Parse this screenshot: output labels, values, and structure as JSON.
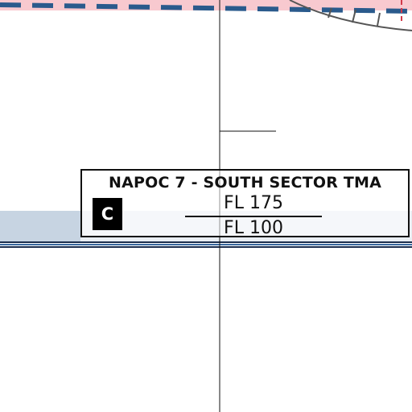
{
  "airspace": {
    "title": "NAPOC 7 - SOUTH SECTOR TMA",
    "class": "C",
    "upper_limit": "FL 175",
    "lower_limit": "FL 100"
  },
  "colors": {
    "restricted_band": "#f8c9cf",
    "dashed_boundary": "#2a5a8c",
    "tma_fill": "#c7d4e2",
    "tma_fill_light": "#e9eef3",
    "boundary_dark": "#1c2f4f",
    "line": "#111111",
    "arc": "#555555"
  }
}
